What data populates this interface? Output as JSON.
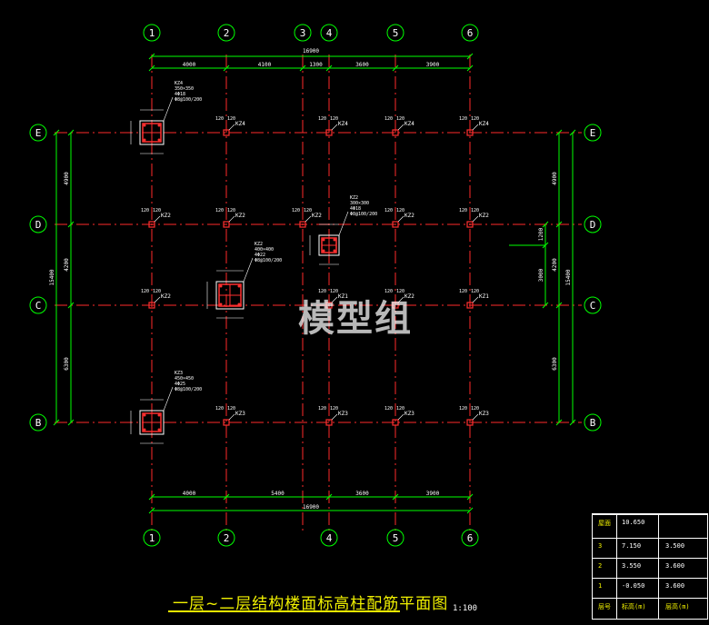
{
  "drawing": {
    "title": "一层~二层结构楼面标高柱配筋平面图",
    "scale": "1:100",
    "watermark": "模型组"
  },
  "grid_axes": {
    "top": [
      "1",
      "2",
      "3",
      "4",
      "5",
      "6"
    ],
    "bottom": [
      "1",
      "2",
      "4",
      "5",
      "6"
    ],
    "left": [
      "E",
      "D",
      "C",
      "B"
    ],
    "right": [
      "E",
      "D",
      "C",
      "B"
    ]
  },
  "dimensions": {
    "top_total": "16900",
    "top_segments": [
      "4000",
      "4100",
      "1300",
      "3600",
      "3900"
    ],
    "bottom_total": "16900",
    "bottom_segments": [
      "4000",
      "5400",
      "3600",
      "3900"
    ],
    "left_total": "15400",
    "left_segments": [
      "4900",
      "4200",
      "6300"
    ],
    "right_total": "15400",
    "right_segments": [
      "4900",
      "4200",
      "6300"
    ],
    "right_inner": [
      "1200",
      "3000"
    ]
  },
  "column_tags": {
    "row_E": [
      "KZ4",
      "KZ4",
      "KZ4",
      "KZ4",
      "KZ4"
    ],
    "row_D": [
      "KZ2",
      "KZ2",
      "KZ2",
      "KZ2",
      "KZ2"
    ],
    "row_C": [
      "KZ2",
      "KZ1",
      "KZ2",
      "KZ1"
    ],
    "row_B": [
      "KZ3",
      "KZ3",
      "KZ3",
      "KZ3"
    ]
  },
  "column_details": [
    {
      "tag": "KZ4",
      "section": "350×350",
      "bars": "4Φ18",
      "stirrup": "Φ8@100/200"
    },
    {
      "tag": "KZ2",
      "section": "400×400",
      "bars": "4Φ22",
      "stirrup": "Φ8@100/200"
    },
    {
      "tag": "KZ2",
      "section": "300×300",
      "bars": "4Φ18",
      "stirrup": "Φ8@100/200"
    },
    {
      "tag": "KZ3",
      "section": "450×450",
      "bars": "4Φ25",
      "stirrup": "Φ8@100/200"
    }
  ],
  "level_table": {
    "top_row": {
      "floor": "屋面",
      "elevation": "10.650",
      "height": ""
    },
    "rows": [
      {
        "floor": "3",
        "elevation": "7.150",
        "height": "3.500"
      },
      {
        "floor": "2",
        "elevation": "3.550",
        "height": "3.600"
      },
      {
        "floor": "1",
        "elevation": "-0.050",
        "height": "3.600"
      }
    ],
    "header": {
      "floor": "层号",
      "elevation": "标高(m)",
      "height": "层高(m)"
    }
  },
  "colors": {
    "axis_line": "#ff2a2a",
    "dimension": "#00ff00",
    "column": "#ff3030",
    "text": "#ffffff",
    "title": "#f2f200",
    "grid_bubble": "#00ff00"
  }
}
